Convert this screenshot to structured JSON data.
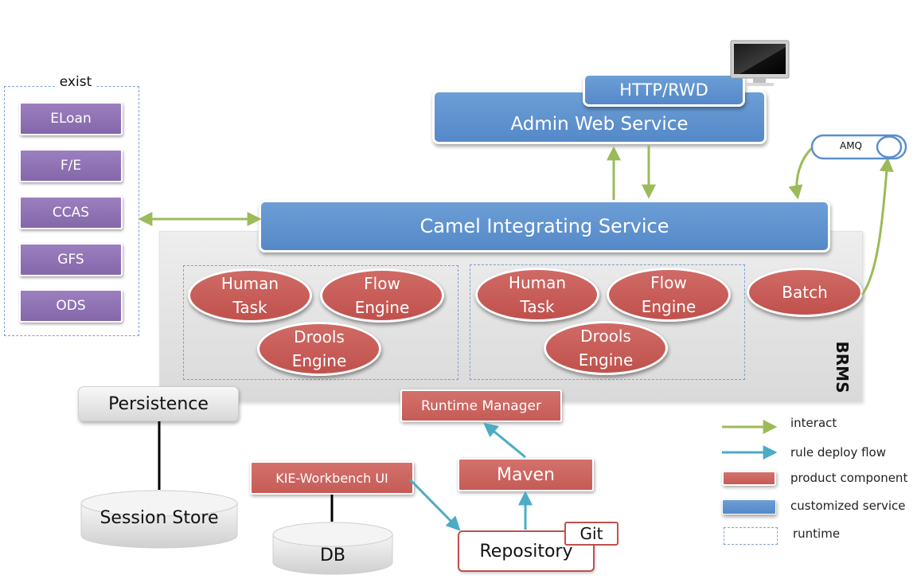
{
  "exist": {
    "title": "exist",
    "items": [
      "ELoan",
      "F/E",
      "CCAS",
      "GFS",
      "ODS"
    ]
  },
  "admin": {
    "http_label": "HTTP/RWD",
    "service_label": "Admin Web Service"
  },
  "amq_label": "AMQ",
  "camel_label": "Camel Integrating Service",
  "brms_label": "BRMS",
  "runtime_group_1": {
    "human_task": [
      "Human",
      "Task"
    ],
    "flow_engine": [
      "Flow",
      "Engine"
    ],
    "drools_engine": [
      "Drools",
      "Engine"
    ]
  },
  "runtime_group_2": {
    "human_task": [
      "Human",
      "Task"
    ],
    "flow_engine": [
      "Flow",
      "Engine"
    ],
    "drools_engine": [
      "Drools",
      "Engine"
    ]
  },
  "batch_label": "Batch",
  "runtime_manager_label": "Runtime Manager",
  "persistence_label": "Persistence",
  "session_store_label": "Session Store",
  "kie_label": "KIE-Workbench UI",
  "db_label": "DB",
  "maven_label": "Maven",
  "repository_label": "Repository",
  "git_label": "Git",
  "legend": {
    "interact": "interact",
    "rule_deploy_flow": "rule deploy flow",
    "product_component": "product component",
    "customized_service": "customized service",
    "runtime": "runtime"
  },
  "colors": {
    "interact_arrow": "#9bbb59",
    "deploy_arrow": "#4bacc6",
    "product": "#c0504d",
    "customized": "#5b8fcf",
    "exist_item": "#8064a2"
  },
  "icons": {
    "monitor": "monitor-icon"
  }
}
